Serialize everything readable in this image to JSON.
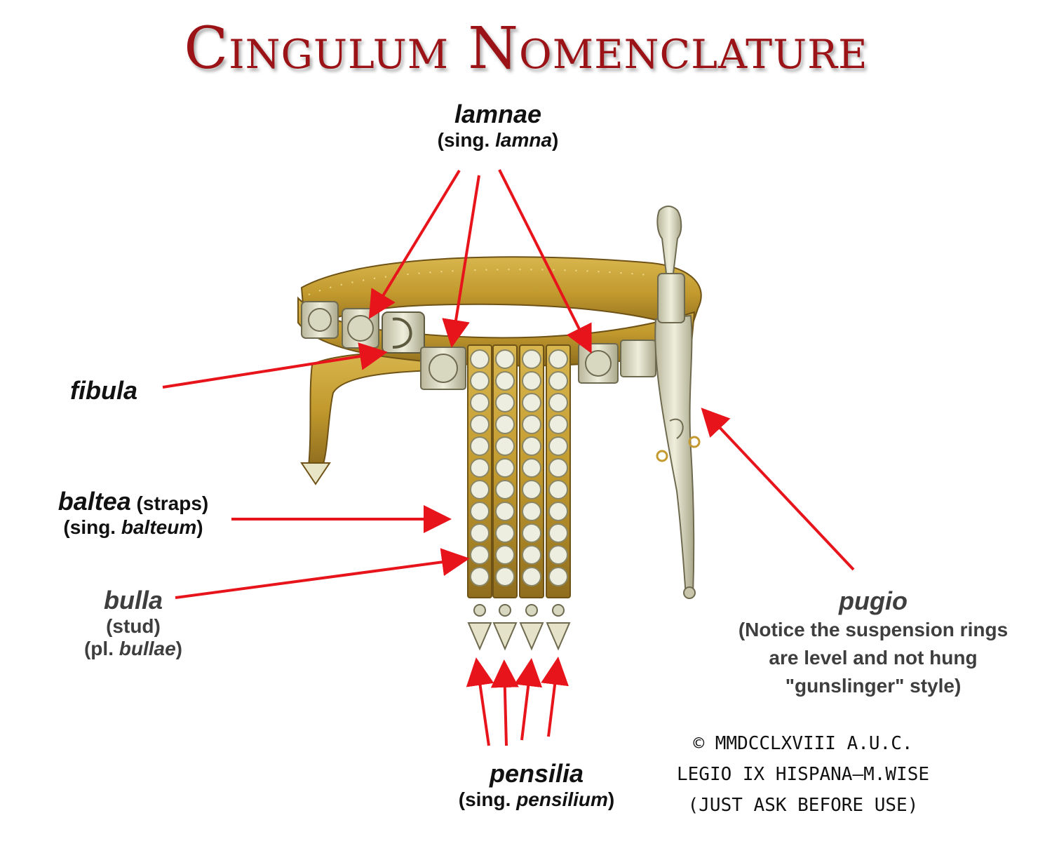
{
  "title": "Cingulum Nomenclature",
  "labels": {
    "lamnae": {
      "term": "lamnae",
      "sub_pre": "(sing. ",
      "sub_term": "lamna",
      "sub_post": ")"
    },
    "fibula": {
      "term": "fibula"
    },
    "baltea": {
      "term": "baltea",
      "note": " (straps)",
      "sub_pre": "(sing. ",
      "sub_term": "balteum",
      "sub_post": ")"
    },
    "bulla": {
      "term": "bulla",
      "line2": "(stud)",
      "sub_pre": "(pl. ",
      "sub_term": "bullae",
      "sub_post": ")"
    },
    "pugio": {
      "term": "pugio",
      "line2": "(Notice the suspension rings",
      "line3": "are level and not hung",
      "line4": "\"gunslinger\" style)"
    },
    "pensilia": {
      "term": "pensilia",
      "sub_pre": "(sing. ",
      "sub_term": "pensilium",
      "sub_post": ")"
    }
  },
  "copyright": {
    "line1": "© MMDCCLXVIII A.U.C.",
    "line2": "LEGIO IX HISPANA—M.WISE",
    "line3": "(JUST ASK BEFORE USE)"
  },
  "colors": {
    "title": "#9b1316",
    "arrow": "#e8141b",
    "belt_gold": "#c9a437",
    "belt_dark": "#8a6a1c",
    "silver": "#dcdcc4"
  }
}
